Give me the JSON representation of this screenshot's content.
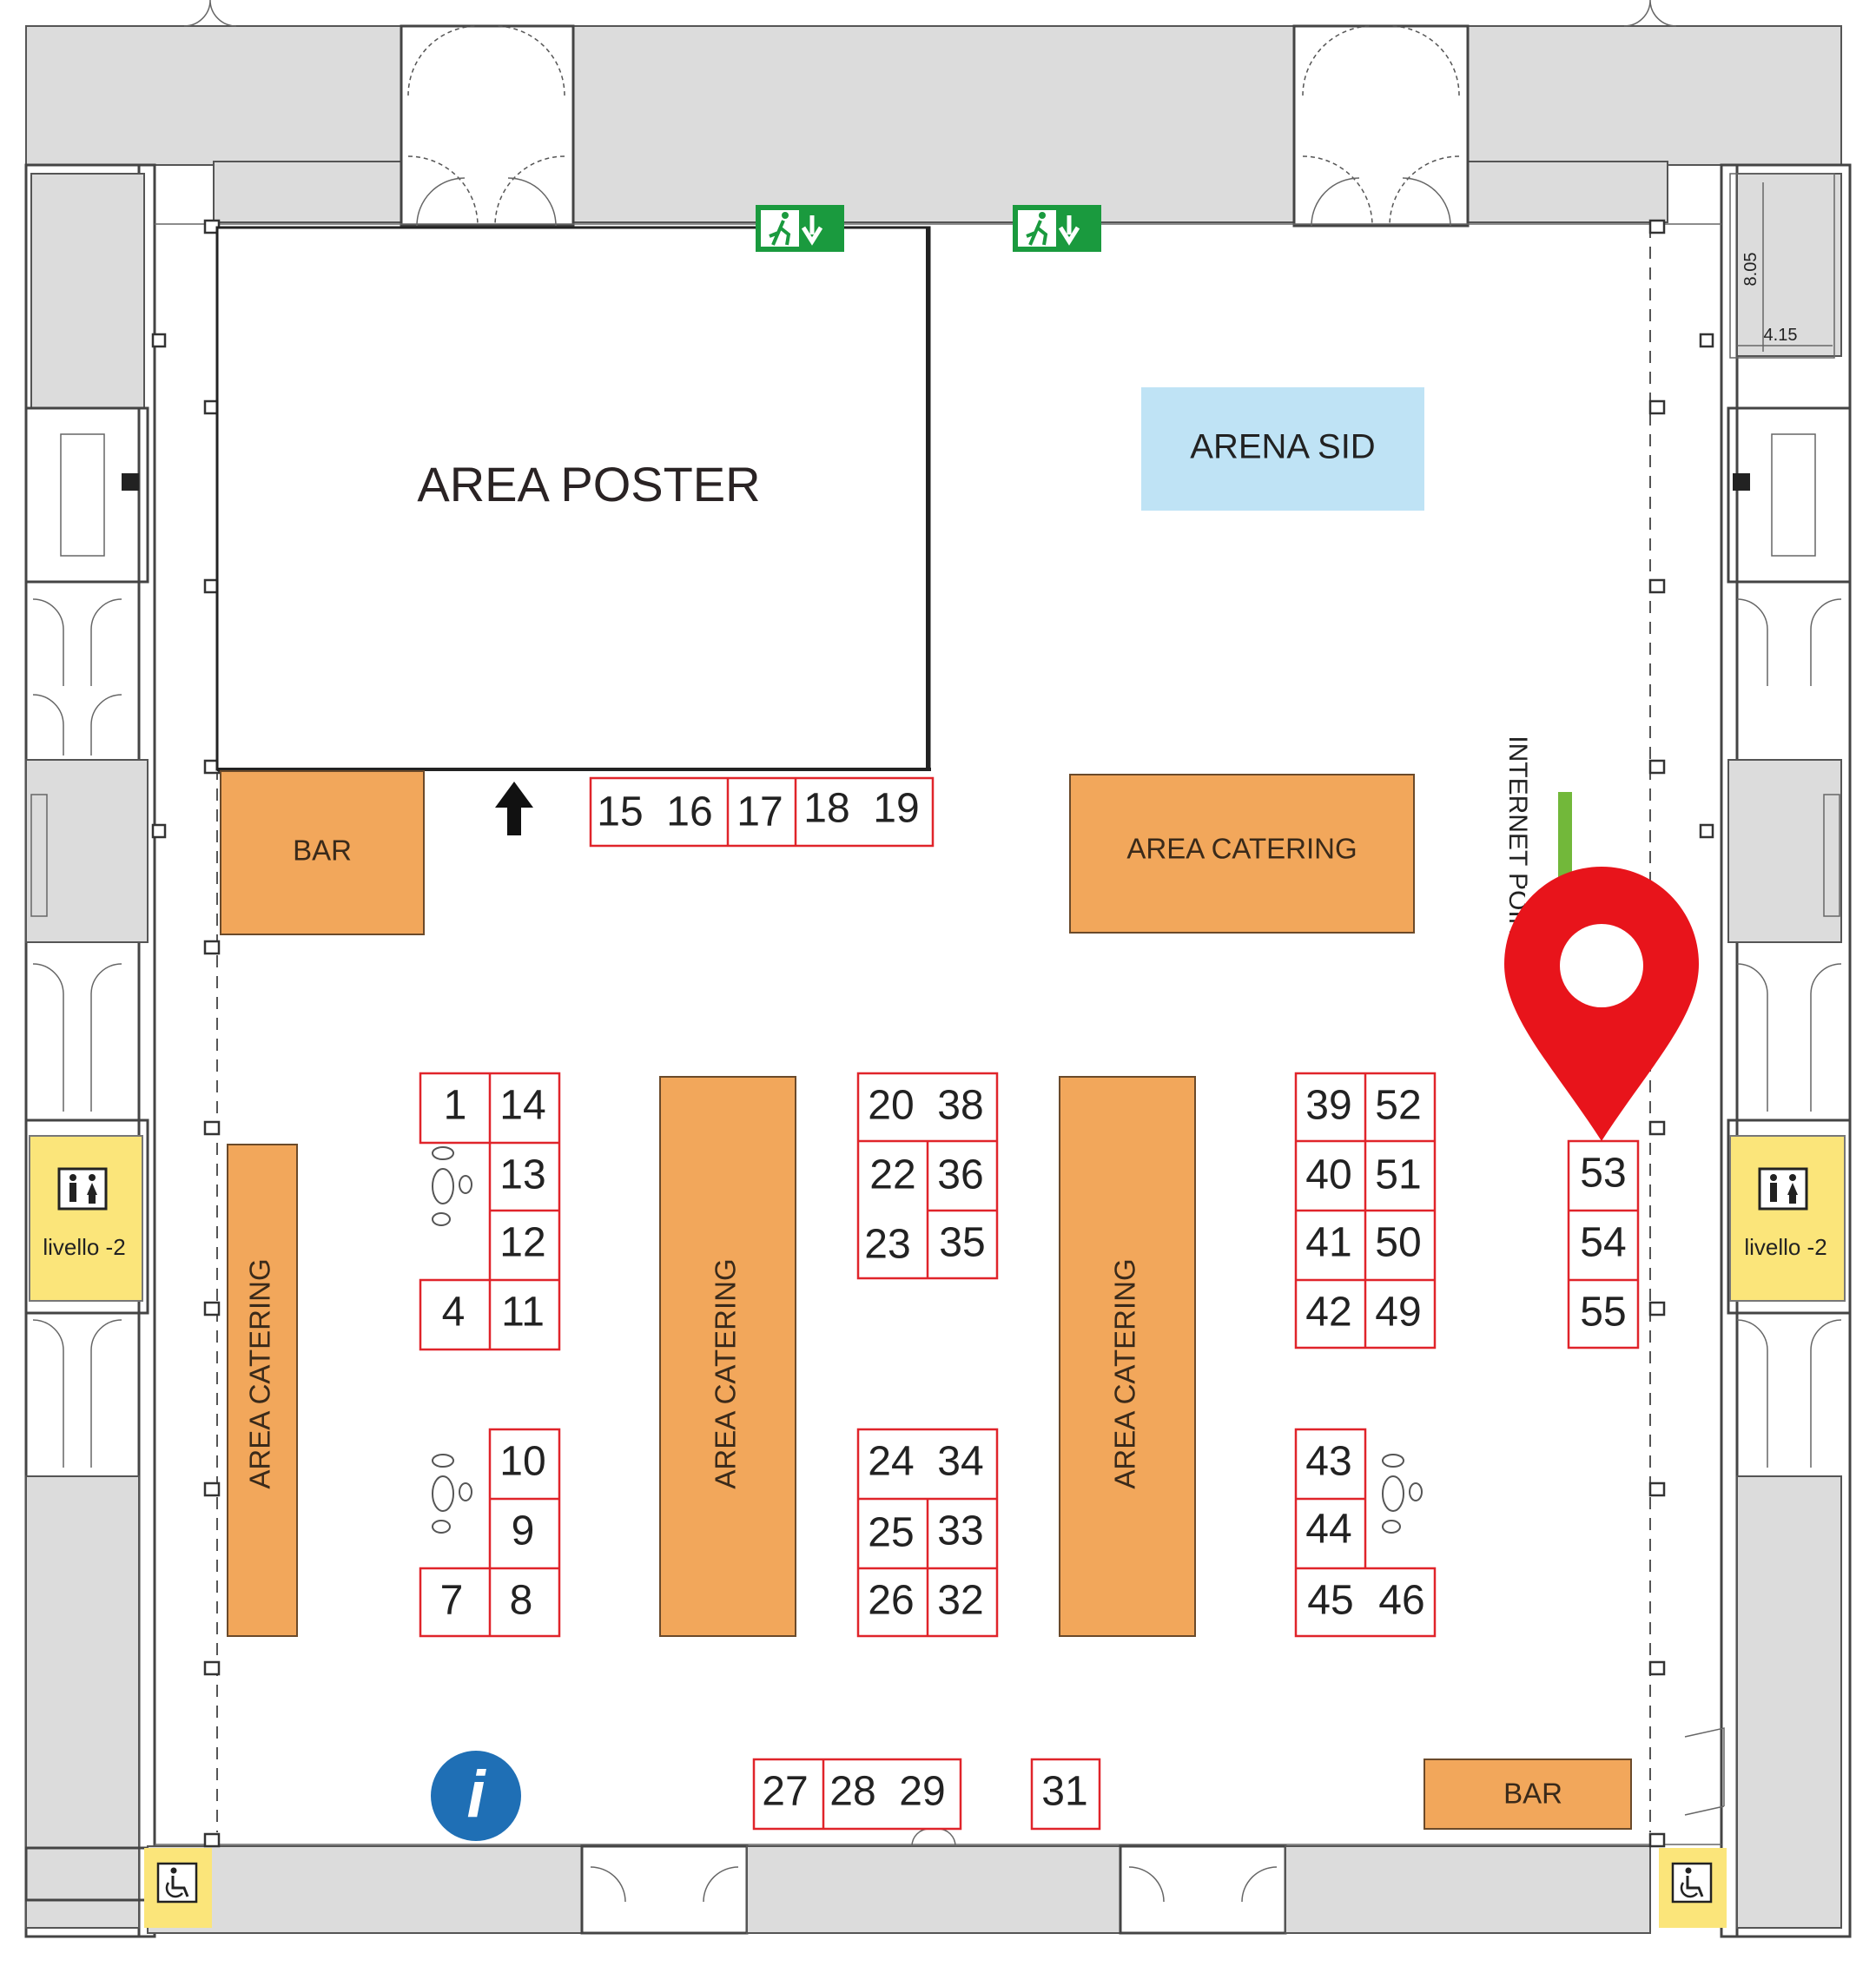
{
  "labels": {
    "area_poster": "AREA POSTER",
    "arena_sid": "ARENA SID",
    "bar_left": "BAR",
    "bar_bottom": "BAR",
    "catering_top": "AREA CATERING",
    "catering_left": "AREA CATERING",
    "catering_center_left": "AREA CATERING",
    "catering_center_right": "AREA CATERING",
    "internet_point": "INTERNET POINT",
    "toilet_left": "livello -2",
    "toilet_right": "livello -2",
    "dim_height": "8.05",
    "dim_width": "4.15",
    "info_symbol": "i"
  },
  "booths": [
    "1",
    "4",
    "7",
    "8",
    "9",
    "10",
    "11",
    "12",
    "13",
    "14",
    "15",
    "16",
    "17",
    "18",
    "19",
    "20",
    "22",
    "23",
    "24",
    "25",
    "26",
    "27",
    "28",
    "29",
    "31",
    "32",
    "33",
    "34",
    "35",
    "36",
    "38",
    "39",
    "40",
    "41",
    "42",
    "43",
    "44",
    "45",
    "46",
    "49",
    "50",
    "51",
    "52",
    "53",
    "54",
    "55"
  ],
  "colors": {
    "booth_border": "#e0242a",
    "catering_fill": "#f2a75b",
    "arena_fill": "#bfe3f5",
    "toilet_fill": "#fbe57a",
    "exit_green": "#1a9a3e",
    "info_blue": "#1f6fb5",
    "pin_red": "#e8141b",
    "wall_gray": "#dcdcdc"
  },
  "icons": [
    "emergency-exit-icon",
    "toilet-icon",
    "wheelchair-icon",
    "info-icon",
    "location-pin-icon",
    "arrow-up-icon",
    "footprint-icon"
  ]
}
